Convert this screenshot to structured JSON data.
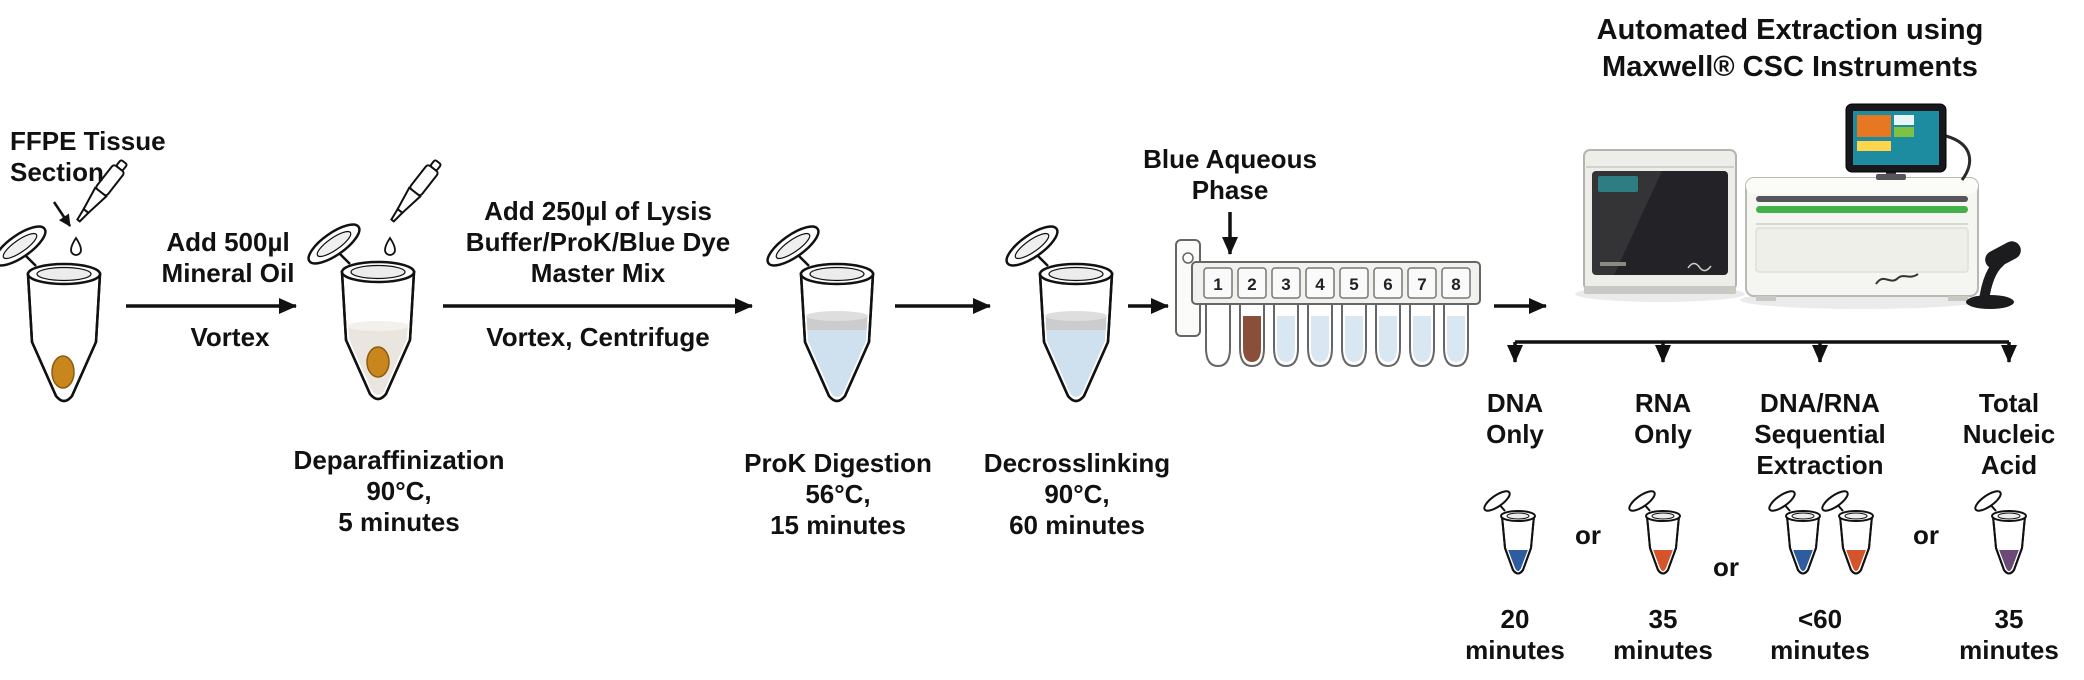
{
  "title": {
    "line1": "Automated Extraction using",
    "line2": "Maxwell® CSC Instruments"
  },
  "ffpe_label": {
    "line1": "FFPE Tissue",
    "line2": "Section"
  },
  "step_mineral_oil": {
    "line1": "Add 500µl",
    "line2": "Mineral Oil",
    "action": "Vortex"
  },
  "step_lysis": {
    "line1": "Add 250µl of Lysis",
    "line2": "Buffer/ProK/Blue Dye",
    "line3": "Master Mix",
    "action": "Vortex, Centrifuge"
  },
  "caption_deparaffinization": {
    "line1": "Deparaffinization",
    "line2": "90°C,",
    "line3": "5 minutes"
  },
  "caption_prok": {
    "line1": "ProK Digestion",
    "line2": "56°C,",
    "line3": "15 minutes"
  },
  "caption_decrosslinking": {
    "line1": "Decrosslinking",
    "line2": "90°C,",
    "line3": "60 minutes"
  },
  "blue_phase": {
    "line1": "Blue Aqueous",
    "line2": "Phase"
  },
  "strip": {
    "positions": [
      "1",
      "2",
      "3",
      "4",
      "5",
      "6",
      "7",
      "8"
    ]
  },
  "or_label": "or",
  "outputs": {
    "dna": {
      "line1": "DNA",
      "line2": "Only",
      "time1": "20",
      "time2": "minutes"
    },
    "rna": {
      "line1": "RNA",
      "line2": "Only",
      "time1": "35",
      "time2": "minutes"
    },
    "sequential": {
      "line1": "DNA/RNA",
      "line2": "Sequential",
      "line3": "Extraction",
      "time1": "<60",
      "time2": "minutes"
    },
    "total_na": {
      "line1": "Total",
      "line2": "Nucleic",
      "line3": "Acid",
      "time1": "35",
      "time2": "minutes"
    }
  },
  "colors": {
    "aqueous_blue": "#cfe1ef",
    "mineral_oil_gray": "#cccccc",
    "tissue_amber": "#c8861d",
    "organic_brown": "#8a4f3b",
    "strip_blue": "#d9e7f3",
    "dna_blue": "#2d5d9f",
    "rna_orange": "#d4552b",
    "tna_purple": "#6c4a78",
    "led_green": "#43b049"
  }
}
